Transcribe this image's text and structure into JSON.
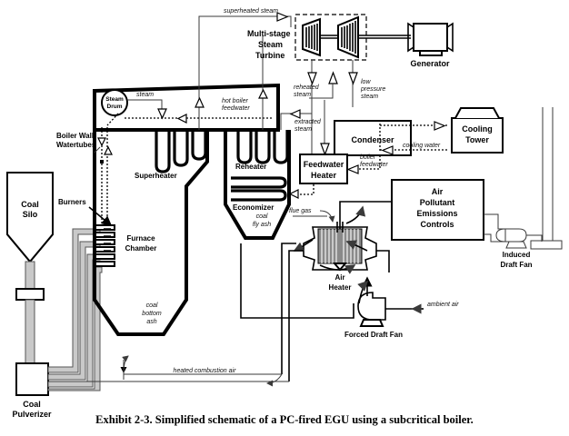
{
  "figure": {
    "caption": "Exhibit 2-3.  Simplified schematic of a PC-fired EGU using a subcritical boiler.",
    "type": "process-flow-diagram",
    "subject": "Pulverized-coal fired electric generating unit with subcritical boiler"
  },
  "components": {
    "coal_silo": "Coal\nSilo",
    "coal_silo_l1": "Coal",
    "coal_silo_l2": "Silo",
    "coal_pulverizer_l1": "Coal",
    "coal_pulverizer_l2": "Pulverizer",
    "burners": "Burners",
    "boiler_wall_l1": "Boiler Wall",
    "boiler_wall_l2": "Watertubes",
    "steam_drum_l1": "Steam",
    "steam_drum_l2": "Drum",
    "superheater": "Superheater",
    "reheater": "Reheater",
    "economizer": "Economizer",
    "furnace_l1": "Furnace",
    "furnace_l2": "Chamber",
    "turbine_l1": "Multi-stage",
    "turbine_l2": "Steam",
    "turbine_l3": "Turbine",
    "generator": "Generator",
    "condenser": "Condenser",
    "cooling_tower_l1": "Cooling",
    "cooling_tower_l2": "Tower",
    "feedwater_heater_l1": "Feedwater",
    "feedwater_heater_l2": "Heater",
    "apc_l1": "Air",
    "apc_l2": "Pollutant",
    "apc_l3": "Emissions",
    "apc_l4": "Controls",
    "air_heater_l1": "Air",
    "air_heater_l2": "Heater",
    "forced_draft_fan": "Forced Draft Fan",
    "induced_draft_fan_l1": "Induced",
    "induced_draft_fan_l2": "Draft Fan"
  },
  "stream_labels": {
    "superheated_steam": "superheated steam",
    "steam": "steam",
    "hot_boiler_feedwater_l1": "hot boiler",
    "hot_boiler_feedwater_l2": "feedwater",
    "reheated_steam_l1": "reheated",
    "reheated_steam_l2": "steam",
    "extracted_steam_l1": "extracted",
    "extracted_steam_l2": "steam",
    "low_pressure_steam_l1": "low",
    "low_pressure_steam_l2": "pressure",
    "low_pressure_steam_l3": "steam",
    "cooling_water": "cooling water",
    "boiler_feedwater_l1": "boiler",
    "boiler_feedwater_l2": "feedwater",
    "flue_gas": "flue gas",
    "coal_fly_ash_l1": "coal",
    "coal_fly_ash_l2": "fly ash",
    "coal_bottom_ash_l1": "coal",
    "coal_bottom_ash_l2": "bottom",
    "coal_bottom_ash_l3": "ash",
    "ambient_air": "ambient air",
    "heated_combustion_air": "heated combustion air"
  },
  "colors": {
    "background": "#ffffff",
    "line": "#000000",
    "thin_line": "#3a3a3a",
    "coal_fill": "#b8b8b8",
    "pipe_fill": "#c9c9c9",
    "text": "#000000"
  }
}
